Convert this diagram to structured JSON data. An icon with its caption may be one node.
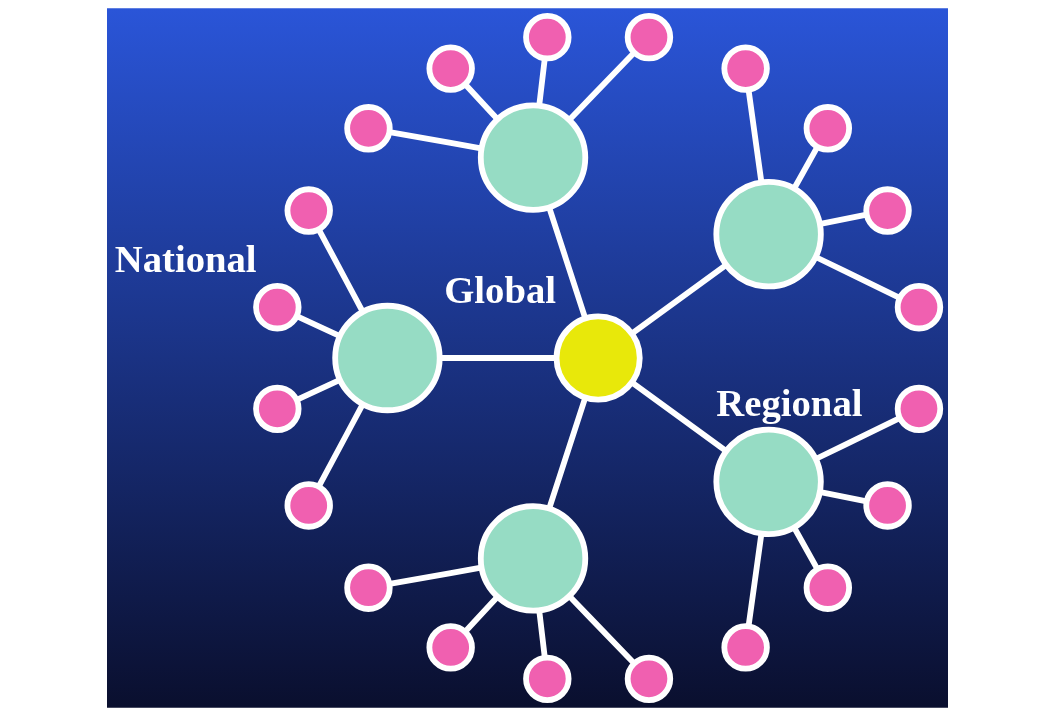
{
  "diagram": {
    "nodes": [
      {
        "text": [],
        "shape": "circle",
        "beside": [
          "Global"
        ]
      },
      {
        "text": [],
        "shape": "circle"
      },
      {
        "text": [],
        "shape": "circle"
      },
      {
        "text": [],
        "shape": "circle"
      },
      {
        "text": [],
        "shape": "circle"
      },
      {
        "text": [],
        "shape": "circle"
      },
      {
        "text": [],
        "shape": "circle"
      },
      {
        "text": [],
        "shape": "circle"
      },
      {
        "text": [],
        "shape": "circle"
      },
      {
        "text": [],
        "shape": "circle"
      },
      {
        "text": [],
        "shape": "circle"
      },
      {
        "text": [],
        "shape": "circle"
      },
      {
        "text": [],
        "shape": "circle"
      },
      {
        "text": [],
        "shape": "circle",
        "beside": [
          "National"
        ]
      },
      {
        "text": [],
        "shape": "circle"
      },
      {
        "text": [],
        "shape": "circle"
      },
      {
        "text": [],
        "shape": "circle"
      },
      {
        "text": [],
        "shape": "circle"
      },
      {
        "text": [],
        "shape": "circle"
      },
      {
        "text": [],
        "shape": "circle"
      },
      {
        "text": [],
        "shape": "circle"
      },
      {
        "text": [],
        "shape": "circle",
        "beside": [
          "Regional"
        ]
      },
      {
        "text": [],
        "shape": "circle"
      },
      {
        "text": [],
        "shape": "circle"
      },
      {
        "text": [],
        "shape": "circle"
      },
      {
        "text": [],
        "shape": "circle"
      }
    ],
    "edges": [
      {
        "from": 0,
        "to": 1,
        "arrow": "none"
      },
      {
        "from": 0,
        "to": 6,
        "arrow": "none"
      },
      {
        "from": 0,
        "to": 11,
        "arrow": "none"
      },
      {
        "from": 0,
        "to": 16,
        "arrow": "none"
      },
      {
        "from": 0,
        "to": 21,
        "arrow": "none"
      },
      {
        "from": 1,
        "to": 2,
        "arrow": "none"
      },
      {
        "from": 1,
        "to": 3,
        "arrow": "none"
      },
      {
        "from": 1,
        "to": 4,
        "arrow": "none"
      },
      {
        "from": 1,
        "to": 5,
        "arrow": "none"
      },
      {
        "from": 6,
        "to": 7,
        "arrow": "none"
      },
      {
        "from": 6,
        "to": 8,
        "arrow": "none"
      },
      {
        "from": 6,
        "to": 9,
        "arrow": "none"
      },
      {
        "from": 6,
        "to": 10,
        "arrow": "none"
      },
      {
        "from": 11,
        "to": 12,
        "arrow": "none"
      },
      {
        "from": 11,
        "to": 13,
        "arrow": "none"
      },
      {
        "from": 11,
        "to": 14,
        "arrow": "none"
      },
      {
        "from": 11,
        "to": 15,
        "arrow": "none"
      },
      {
        "from": 16,
        "to": 17,
        "arrow": "none"
      },
      {
        "from": 16,
        "to": 18,
        "arrow": "none"
      },
      {
        "from": 16,
        "to": 19,
        "arrow": "none"
      },
      {
        "from": 16,
        "to": 20,
        "arrow": "none"
      },
      {
        "from": 21,
        "to": 22,
        "arrow": "none"
      },
      {
        "from": 21,
        "to": 23,
        "arrow": "none"
      },
      {
        "from": 21,
        "to": 24,
        "arrow": "none"
      },
      {
        "from": 21,
        "to": 25,
        "arrow": "none"
      }
    ]
  }
}
